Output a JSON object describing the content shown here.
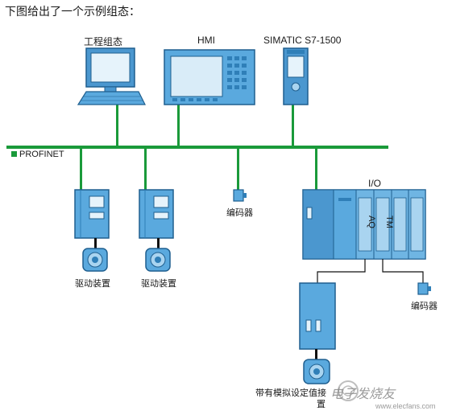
{
  "caption": "下图给出了一个示例组态：",
  "nodes": {
    "engineering": "工程组态",
    "hmi": "HMI",
    "plc": "SIMATIC S7-1500",
    "io": "I/O",
    "encoder_1": "编码器",
    "encoder_2": "编码器",
    "drive_1": "驱动装置",
    "drive_2": "驱动装置",
    "drive_3_line1": "带有模拟设定值接",
    "drive_3_line2": "置"
  },
  "network": {
    "label": "PROFINET"
  },
  "io_modules": {
    "aq": "AQ",
    "tm": "TM"
  },
  "watermark": {
    "text": "电子发烧友",
    "url": "www.elecfans.com"
  },
  "colors": {
    "network_green": "#1a9a3a",
    "device_blue": "#5aa9de",
    "device_dark": "#2f7fb8",
    "device_light": "#a9d4f0",
    "cable_black": "#111111"
  }
}
